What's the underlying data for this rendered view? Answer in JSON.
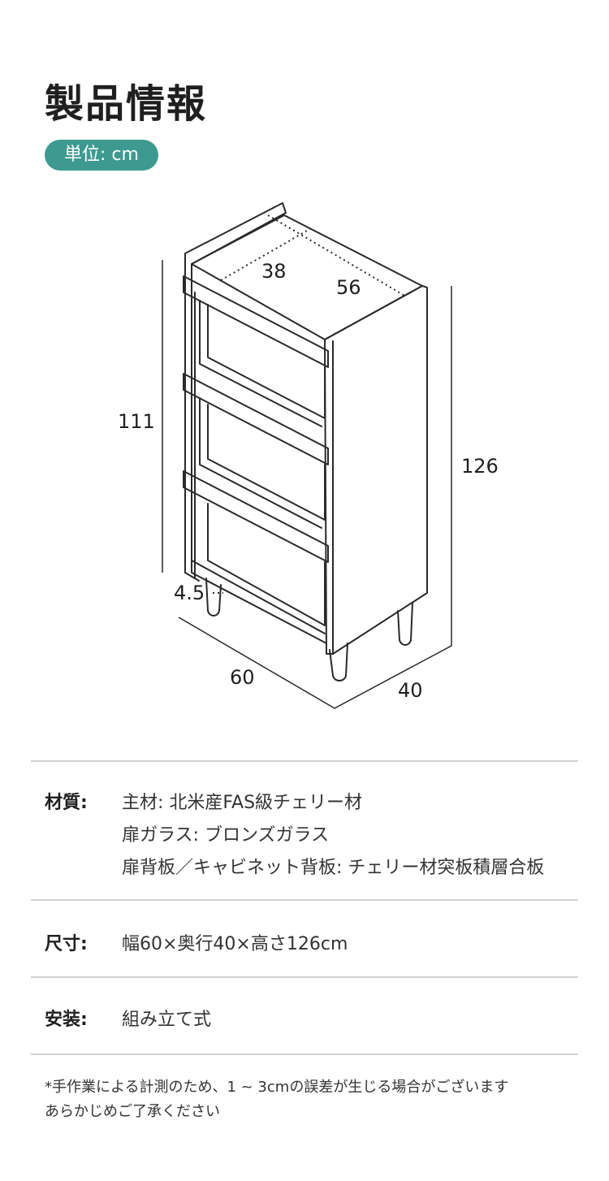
{
  "header": {
    "title": "製品情報",
    "unit_badge": "単位: cm"
  },
  "diagram": {
    "depth_top": "38",
    "width_top": "56",
    "height_inner": "111",
    "height_total": "126",
    "leg_height": "4.5",
    "width": "60",
    "depth": "40"
  },
  "specs": {
    "material": {
      "label": "材質:",
      "lines": [
        "主材: 北米産FAS級チェリー材",
        "扉ガラス: ブロンズガラス",
        "扉背板／キャビネット背板: チェリー材突板積層合板"
      ]
    },
    "size": {
      "label": "尺寸:",
      "value": "幅60×奥行40×高さ126cm"
    },
    "install": {
      "label": "安装:",
      "value": "組み立て式"
    }
  },
  "note": {
    "lines": [
      "*手作業による計測のため、1 ~ 3cmの誤差が生じる場合がございます",
      "あらかじめご了承ください"
    ]
  },
  "colors": {
    "accent": "#3e9a90",
    "line": "#2a2a2a",
    "divider": "#d2d2d2"
  }
}
